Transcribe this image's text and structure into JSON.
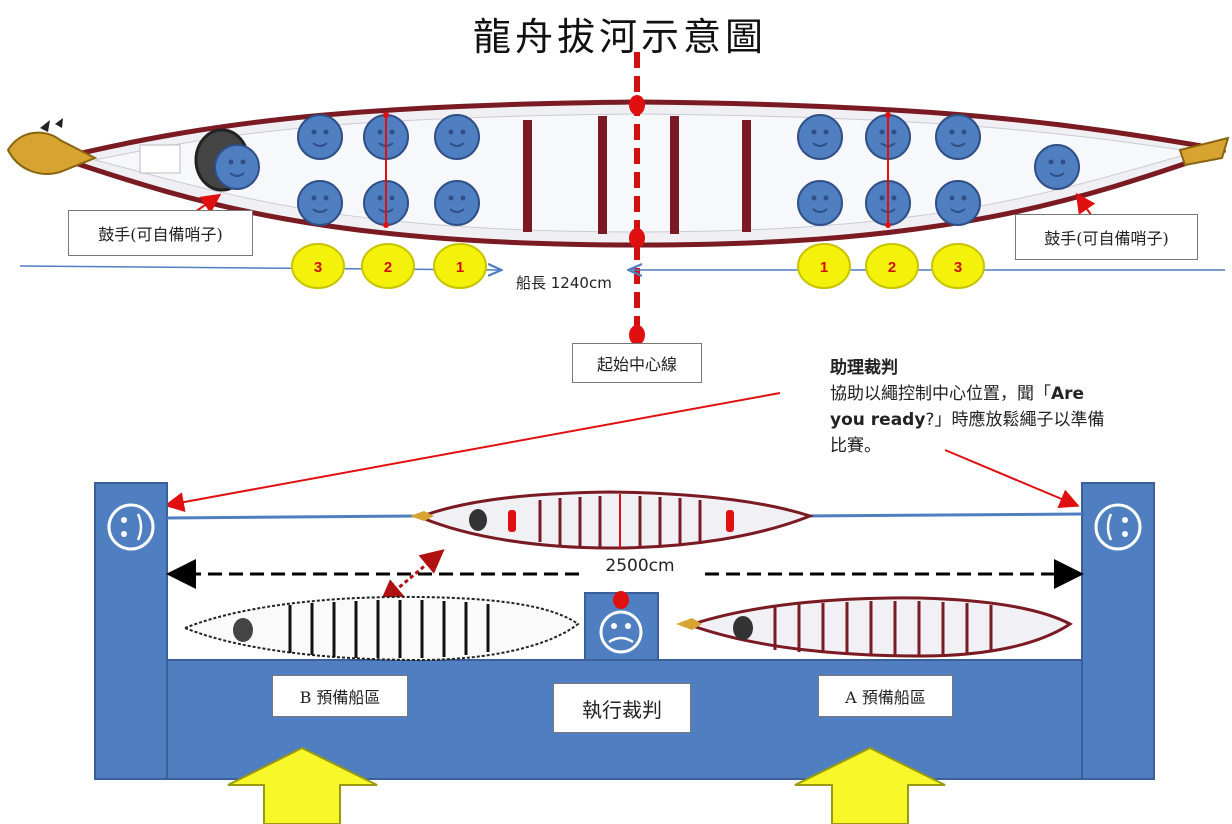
{
  "title": "龍舟拔河示意圖",
  "labels": {
    "drummer_left": "鼓手(可自備哨子)",
    "drummer_right": "鼓手(可自備哨子)",
    "boat_length": "船長 1240cm",
    "start_center_line": "起始中心線",
    "distance": "2500cm",
    "zone_b": "B 預備船區",
    "zone_a": "A 預備船區",
    "executive_referee": "執行裁判"
  },
  "assistant_note": {
    "heading": "助理裁判",
    "line1": "協助以繩控制中心位置，聞「",
    "em1": "Are",
    "em2": "you ready",
    "line2": "?」時應放鬆繩子以準備",
    "line3": "比賽。"
  },
  "rowers_left": [
    "3",
    "2",
    "1"
  ],
  "rowers_right": [
    "1",
    "2",
    "3"
  ],
  "colors": {
    "blue": "#4f7fc0",
    "dark_blue": "#3a5f9a",
    "red": "#e01010",
    "hull": "#7a1a22",
    "yellow": "#f4f10a",
    "arrow_yellow": "#f7f72a"
  }
}
